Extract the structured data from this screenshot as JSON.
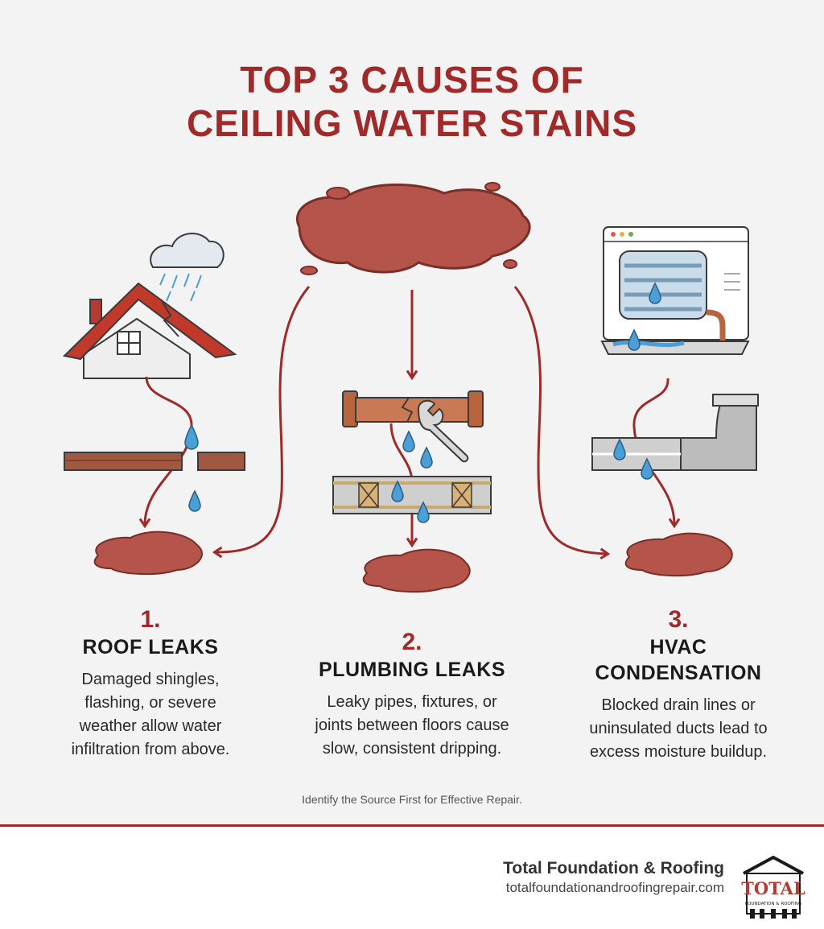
{
  "header": {
    "title_line1": "TOP 3 CAUSES OF",
    "title_line2": "CEILING WATER STAINS"
  },
  "causes": [
    {
      "number": "1.",
      "name_lines": [
        "ROOF LEAKS"
      ],
      "desc_lines": [
        "Damaged shingles,",
        "flashing, or severe",
        "weather allow water",
        "infiltration from above."
      ]
    },
    {
      "number": "2.",
      "name_lines": [
        "PLUMBING LEAKS"
      ],
      "desc_lines": [
        "Leaky pipes, fixtures, or",
        "joints between floors cause",
        "slow, consistent dripping."
      ]
    },
    {
      "number": "3.",
      "name_lines": [
        "HVAC",
        "CONDENSATION"
      ],
      "desc_lines": [
        "Blocked drain lines or",
        "uninsulated ducts lead to",
        "excess moisture buildup."
      ]
    }
  ],
  "tagline": "Identify the Source First for Effective Repair.",
  "footer": {
    "brand_name": "Total Foundation & Roofing",
    "website": "totalfoundationandroofingrepair.com",
    "logo_text": "TOTAL",
    "logo_subtext": "FOUNDATION & ROOFING"
  },
  "colors": {
    "accent": "#a02a2a",
    "stain": "#b5544a",
    "water": "#4a9fd6",
    "pipe": "#c97a55"
  }
}
